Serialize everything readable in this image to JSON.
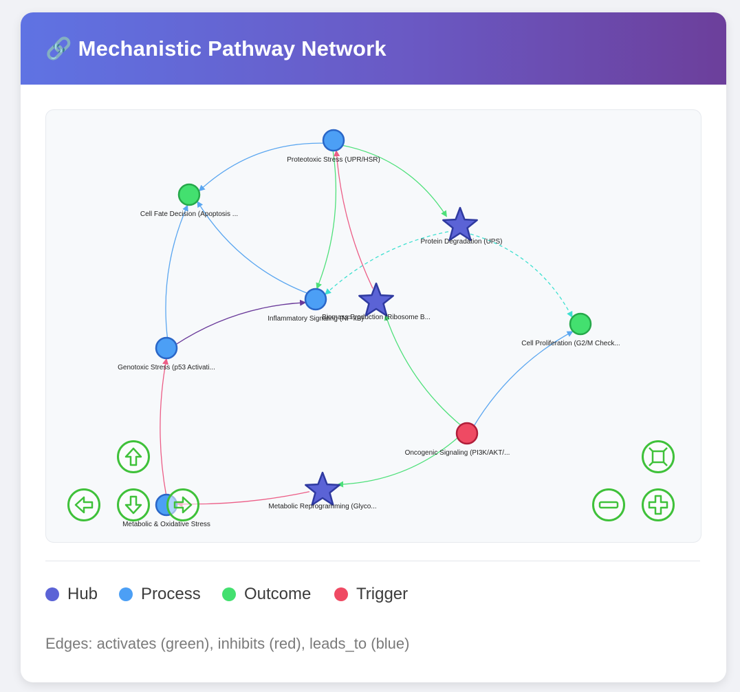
{
  "header": {
    "icon": "link-icon",
    "icon_glyph": "🔗",
    "title": "Mechanistic Pathway Network"
  },
  "graph": {
    "nodes": [
      {
        "id": "proteotoxic",
        "label": "Proteotoxic Stress (UPR/HSR)",
        "type": "process"
      },
      {
        "id": "cellfate",
        "label": "Cell Fate Decision (Apoptosis ...",
        "type": "outcome"
      },
      {
        "id": "proteindeg",
        "label": "Protein Degradation (UPS)",
        "type": "hub"
      },
      {
        "id": "inflammatory",
        "label": "Inflammatory Signaling (NF-kB)",
        "type": "process"
      },
      {
        "id": "biomass",
        "label": "Biomass Production (Ribosome B...",
        "type": "hub"
      },
      {
        "id": "cellprolif",
        "label": "Cell Proliferation (G2/M Check...",
        "type": "outcome"
      },
      {
        "id": "genotoxic",
        "label": "Genotoxic Stress (p53 Activati...",
        "type": "process"
      },
      {
        "id": "oncogenic",
        "label": "Oncogenic Signaling (PI3K/AKT/...",
        "type": "trigger"
      },
      {
        "id": "metabolicox",
        "label": "Metabolic & Oxidative Stress",
        "type": "process"
      },
      {
        "id": "metabolicrep",
        "label": "Metabolic Reprogramming (Glyco...",
        "type": "hub"
      }
    ],
    "edges": [
      {
        "source": "proteotoxic",
        "target": "cellfate",
        "kind": "leads_to"
      },
      {
        "source": "proteotoxic",
        "target": "proteindeg",
        "kind": "activates"
      },
      {
        "source": "proteotoxic",
        "target": "inflammatory",
        "kind": "activates"
      },
      {
        "source": "biomass",
        "target": "proteotoxic",
        "kind": "inhibits"
      },
      {
        "source": "inflammatory",
        "target": "cellfate",
        "kind": "leads_to"
      },
      {
        "source": "proteindeg",
        "target": "inflammatory",
        "kind": "dashed"
      },
      {
        "source": "proteindeg",
        "target": "cellprolif",
        "kind": "dashed"
      },
      {
        "source": "genotoxic",
        "target": "cellfate",
        "kind": "leads_to"
      },
      {
        "source": "genotoxic",
        "target": "inflammatory",
        "kind": "regulates"
      },
      {
        "source": "oncogenic",
        "target": "biomass",
        "kind": "activates"
      },
      {
        "source": "oncogenic",
        "target": "cellprolif",
        "kind": "leads_to"
      },
      {
        "source": "oncogenic",
        "target": "metabolicrep",
        "kind": "activates"
      },
      {
        "source": "metabolicox",
        "target": "genotoxic",
        "kind": "inhibits"
      },
      {
        "source": "metabolicrep",
        "target": "metabolicox",
        "kind": "inhibits"
      }
    ],
    "colors": {
      "hub": "#5b63d6",
      "process": "#4c9ff5",
      "outcome": "#43e06f",
      "trigger": "#ef4a63",
      "activates": "#4ee07a",
      "inhibits": "#ec5d86",
      "leads_to": "#5aa6f0",
      "dashed": "#3ee0d0",
      "regulates": "#6a3a9a"
    },
    "controls": {
      "up": "arrow-up-icon",
      "down": "arrow-down-icon",
      "left": "arrow-left-icon",
      "right": "arrow-right-icon",
      "zoom_in": "zoom-in-icon",
      "zoom_out": "zoom-out-icon",
      "fit": "fit-view-icon"
    }
  },
  "legend": [
    {
      "label": "Hub",
      "color": "#5b63d6"
    },
    {
      "label": "Process",
      "color": "#4c9ff5"
    },
    {
      "label": "Outcome",
      "color": "#43e06f"
    },
    {
      "label": "Trigger",
      "color": "#ef4a63"
    }
  ],
  "note": "Edges: activates (green), inhibits (red), leads_to (blue)"
}
